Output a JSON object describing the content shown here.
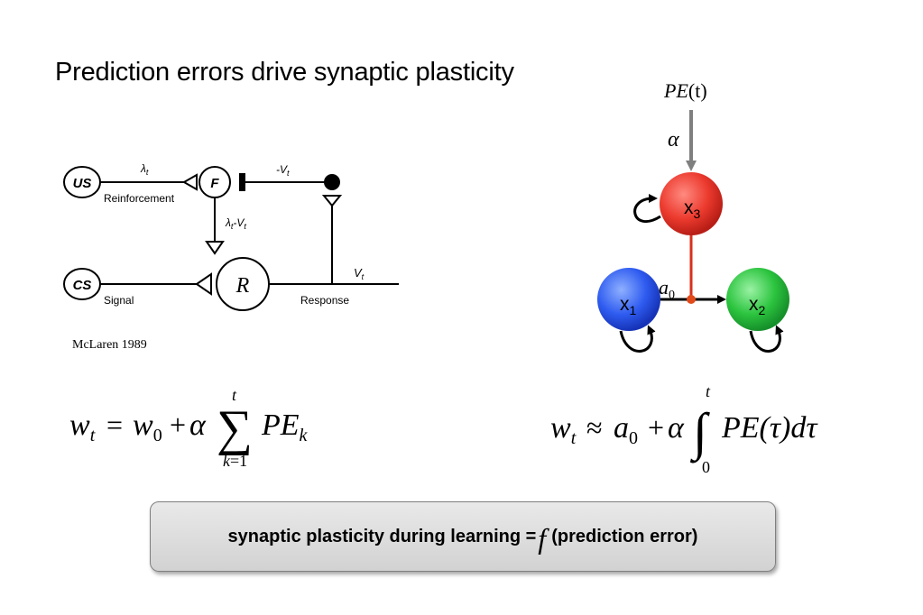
{
  "slide": {
    "title": "Prediction errors drive synaptic plasticity",
    "citation": "McLaren 1989"
  },
  "mclaren_diagram": {
    "us": "US",
    "f": "F",
    "cs": "CS",
    "r": "R",
    "lambda": "λ",
    "lambda_sub": "t",
    "reinforcement": "Reinforcement",
    "neg_v": "-V",
    "neg_v_sub": "t",
    "lambda_minus_v": "λ",
    "lambda_minus_v_sub1": "t",
    "lambda_minus_v_mid": "-V",
    "lambda_minus_v_sub2": "t",
    "signal": "Signal",
    "response": "Response",
    "v": "V",
    "v_sub": "t"
  },
  "network_diagram": {
    "input_label": "PE",
    "input_arg": "(t)",
    "alpha": "α",
    "x3": "x",
    "x3_sub": "3",
    "x1": "x",
    "x1_sub": "1",
    "x2": "x",
    "x2_sub": "2",
    "a0": "a",
    "a0_sub": "0",
    "colors": {
      "x3": "#e8322c",
      "x1": "#2a55e8",
      "x2": "#26b83a",
      "arrow_gray": "#7f7f7f",
      "link_red": "#d8301c"
    }
  },
  "equation_left": {
    "w": "w",
    "w_sub": "t",
    "eq": "=",
    "w0": "w",
    "w0_sub": "0",
    "plus": "+",
    "alpha": "α",
    "sigma": "∑",
    "upper": "t",
    "lower": "k",
    "lower_eq": "=1",
    "pe": "PE",
    "pe_sub": "k"
  },
  "equation_right": {
    "w": "w",
    "w_sub": "t",
    "approx": "≈",
    "a": "a",
    "a_sub": "0",
    "plus": "+",
    "alpha": "α",
    "integral": "∫",
    "upper": "t",
    "lower": "0",
    "pe": "PE",
    "tau_expr": "(τ)",
    "d": "d",
    "tau": "τ"
  },
  "summary_box": {
    "text_before": "synaptic plasticity during learning =",
    "f": "f",
    "text_after": "(prediction error)"
  }
}
